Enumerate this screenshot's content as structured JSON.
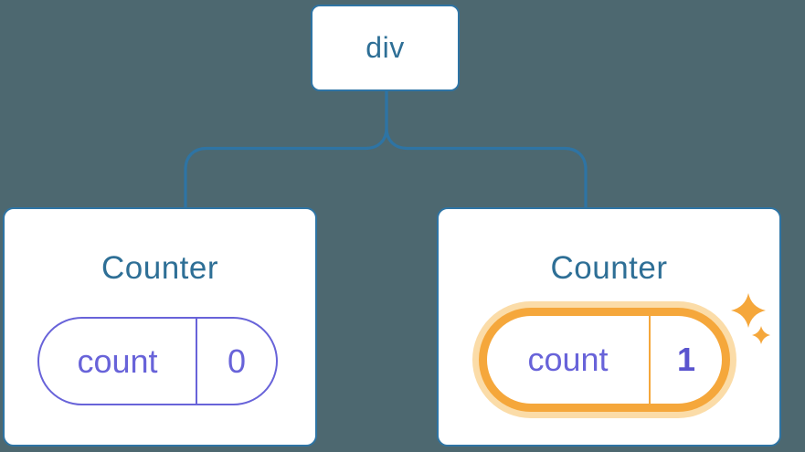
{
  "diagram": {
    "root": {
      "label": "div"
    },
    "children": [
      {
        "title": "Counter",
        "state": {
          "key": "count",
          "value": "0"
        },
        "highlighted": false
      },
      {
        "title": "Counter",
        "state": {
          "key": "count",
          "value": "1"
        },
        "highlighted": true
      }
    ]
  },
  "icons": {
    "sparkles": "sparkles-icon"
  },
  "colors": {
    "background": "#4D6870",
    "connector_blue": "#2E74A4",
    "title_blue": "#2E6F96",
    "state_purple": "#6863D9",
    "value_purple_bold": "#5A54CE",
    "highlight_orange": "#F5A73B",
    "highlight_glow": "#FBDCA8",
    "card_white": "#FFFFFF"
  }
}
